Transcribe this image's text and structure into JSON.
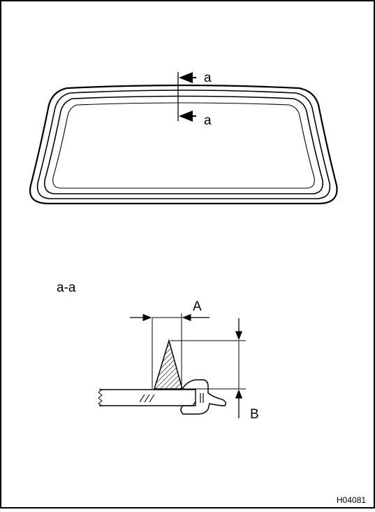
{
  "figure": {
    "section_marker_top": "a",
    "section_marker_bottom": "a",
    "section_title": "a-a",
    "dimension_a": "A",
    "dimension_b": "B",
    "figure_code": "H04081"
  }
}
